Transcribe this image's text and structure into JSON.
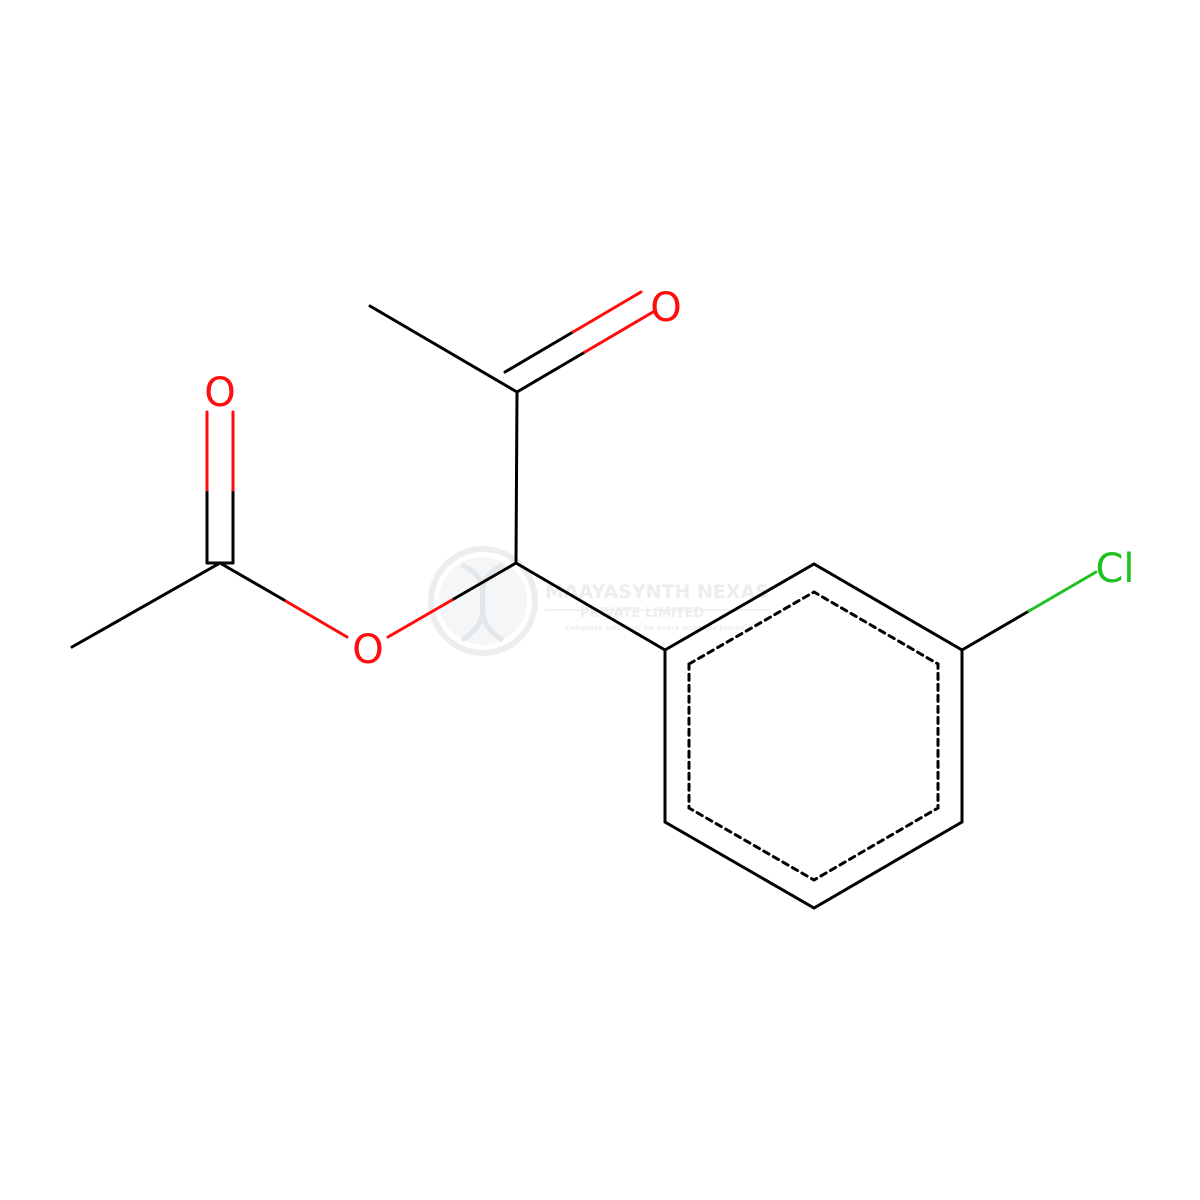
{
  "molecule": {
    "atoms": {
      "o_ketone": "O",
      "o_carbonyl": "O",
      "o_ester": "O",
      "cl": "Cl"
    }
  },
  "watermark": {
    "name": "MAAYASYNTH NEXAS",
    "subtitle": "PRIVATE LIMITED",
    "tagline": "Complete solutions for every molecule journey"
  },
  "colors": {
    "bond": "#000000",
    "oxygen": "#ff0d0d",
    "chlorine": "#1fc01f",
    "watermark": "#c9ced3"
  }
}
